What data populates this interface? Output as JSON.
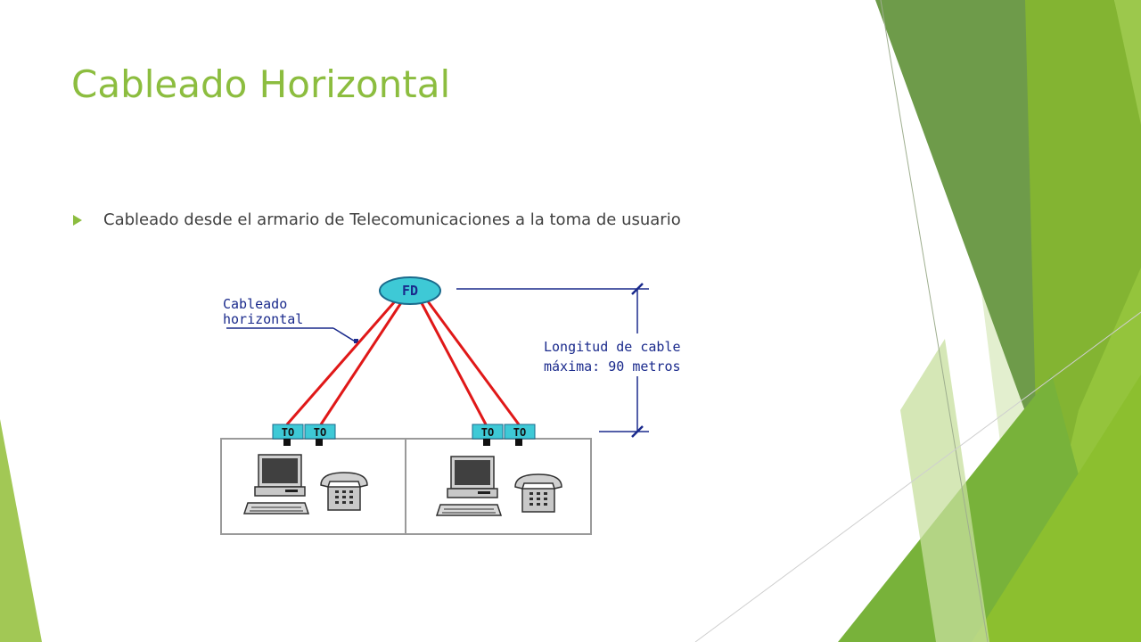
{
  "slide": {
    "title": "Cableado Horizontal",
    "bullets": [
      "Cableado desde el armario de Telecomunicaciones a la toma de usuario"
    ]
  },
  "diagram": {
    "fd_label": "FD",
    "cable_label_line1": "Cableado",
    "cable_label_line2": "horizontal",
    "length_label_line1": "Longitud de cable",
    "length_label_line2": "máxima: 90 metros",
    "outlet_label": "TO",
    "colors": {
      "cable": "#e01818",
      "outlet": "#3ec9d6",
      "fd": "#3ec9d6",
      "label_text": "#1a2a8c",
      "accent_green": "#8cbd3f"
    },
    "icons": [
      "computer-icon",
      "telephone-icon"
    ]
  }
}
